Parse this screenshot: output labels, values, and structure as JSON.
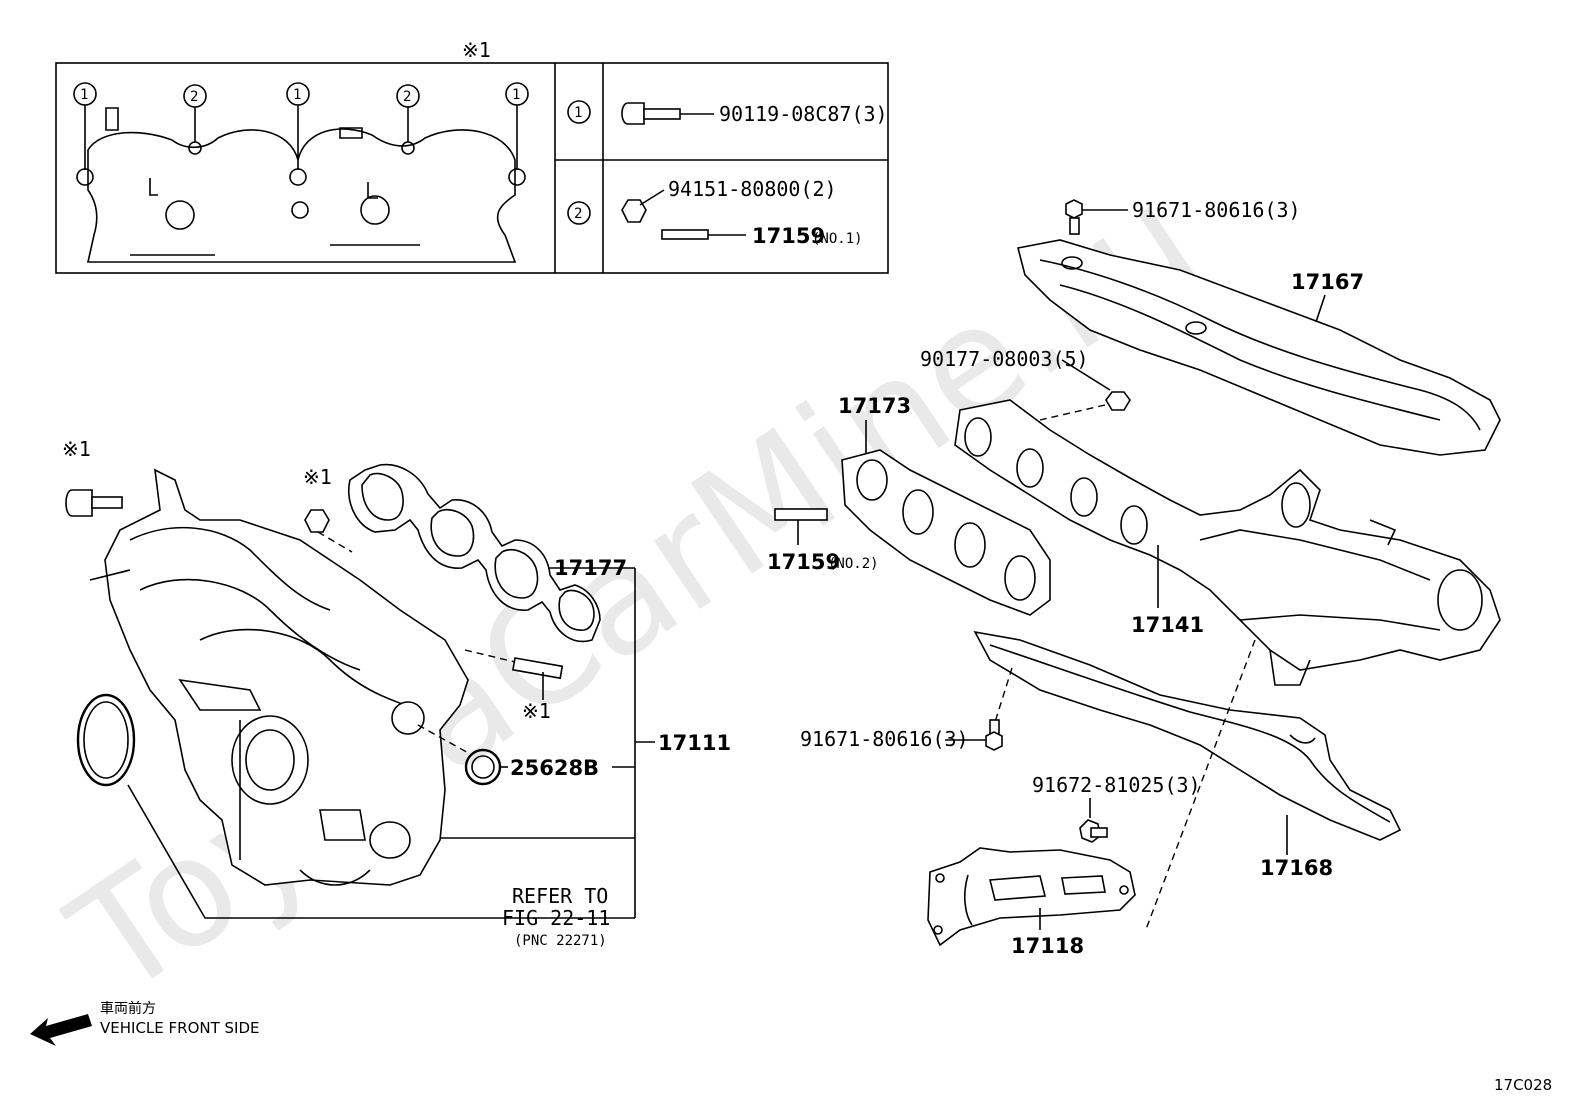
{
  "watermark": "ToyotaCarMine.ru",
  "page_code": "17C028",
  "detail_box": {
    "title": "※1",
    "rows": [
      {
        "circle": "1",
        "part_no": "90119-08C87(3)"
      },
      {
        "circle": "2",
        "part_no_nut": "94151-80800(2)",
        "part_no_stud": "17159",
        "stud_note": "(NO.1)"
      }
    ],
    "callouts": [
      "1",
      "2",
      "1",
      "2",
      "1"
    ]
  },
  "intake": {
    "marker_bolt": "※1",
    "marker_nut": "※1",
    "marker_stud": "※1",
    "gasket": "17177",
    "manifold": "17111",
    "seal": "25628B",
    "refer": {
      "line1": "REFER TO",
      "line2": "FIG 22-11",
      "line3": "(PNC 22271)"
    }
  },
  "exhaust": {
    "bolt_top": "91671-80616(3)",
    "insulator_upper": "17167",
    "nut": "90177-08003(5)",
    "gasket": "17173",
    "stud": "17159",
    "stud_note": "(NO.2)",
    "manifold": "17141",
    "bolt_lower": "91671-80616(3)",
    "bolt_stay": "91672-81025(3)",
    "insulator_lower": "17168",
    "stay": "17118"
  },
  "direction": {
    "jp": "車両前方",
    "en": "VEHICLE FRONT SIDE"
  }
}
